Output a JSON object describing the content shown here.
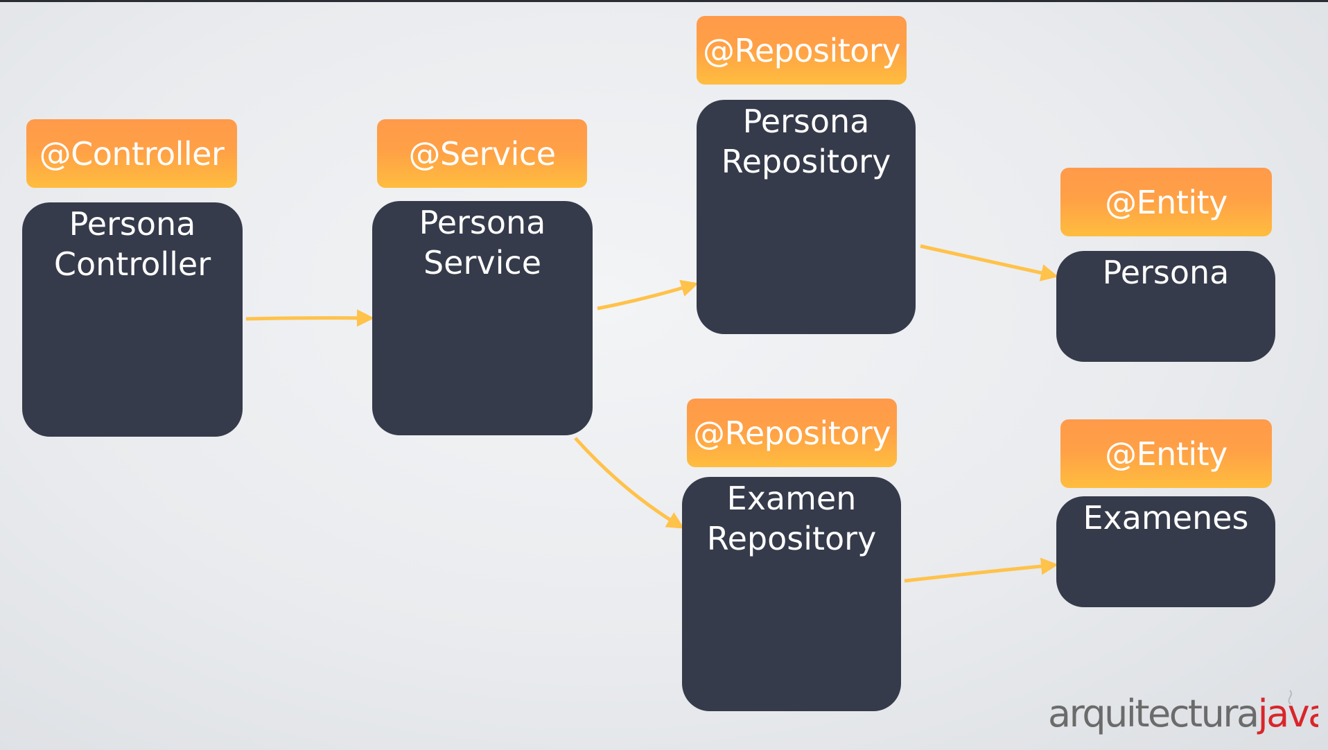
{
  "components": {
    "controller": {
      "tag": "@Controller",
      "line1": "Persona",
      "line2": "Controller"
    },
    "service": {
      "tag": "@Service",
      "line1": "Persona",
      "line2": "Service"
    },
    "persona_repository": {
      "tag": "@Repository",
      "line1": "Persona",
      "line2": "Repository"
    },
    "examen_repository": {
      "tag": "@Repository",
      "line1": "Examen",
      "line2": "Repository"
    },
    "persona_entity": {
      "tag": "@Entity",
      "line1": "Persona"
    },
    "examenes_entity": {
      "tag": "@Entity",
      "line1": "Examenes"
    }
  },
  "logo": {
    "part1": "arquitectura",
    "part2": "java"
  },
  "colors": {
    "box": "#363b4b",
    "tag_top": "#ff9a4a",
    "tag_bottom": "#ffbd3f",
    "arrow": "#ffc24a",
    "logo_gray": "#6b6b6b",
    "logo_red": "#d8262b"
  }
}
